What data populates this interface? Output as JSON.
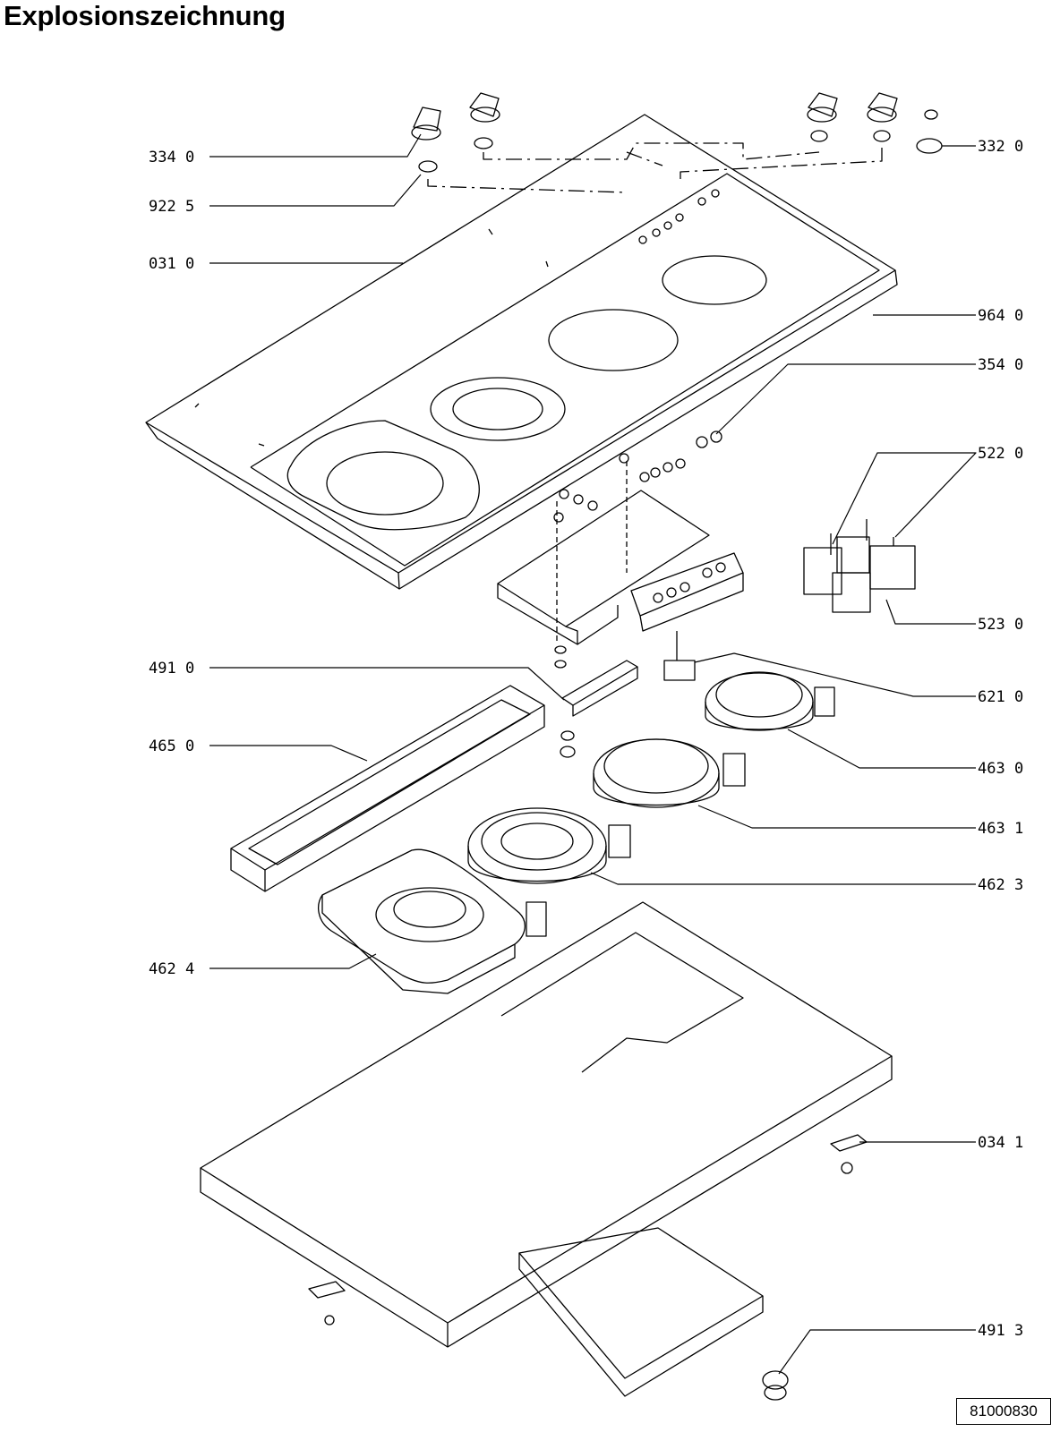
{
  "header": {
    "title": "Explosionszeichnung"
  },
  "parts": [
    {
      "code": "334 0"
    },
    {
      "code": "922 5"
    },
    {
      "code": "031 0"
    },
    {
      "code": "332 0"
    },
    {
      "code": "964 0"
    },
    {
      "code": "354 0"
    },
    {
      "code": "522 0"
    },
    {
      "code": "523 0"
    },
    {
      "code": "491 0"
    },
    {
      "code": "621 0"
    },
    {
      "code": "465 0"
    },
    {
      "code": "463 0"
    },
    {
      "code": "463 1"
    },
    {
      "code": "462 3"
    },
    {
      "code": "462 4"
    },
    {
      "code": "034 1"
    },
    {
      "code": "491 3"
    }
  ],
  "footer": {
    "document_number": "81000830"
  }
}
